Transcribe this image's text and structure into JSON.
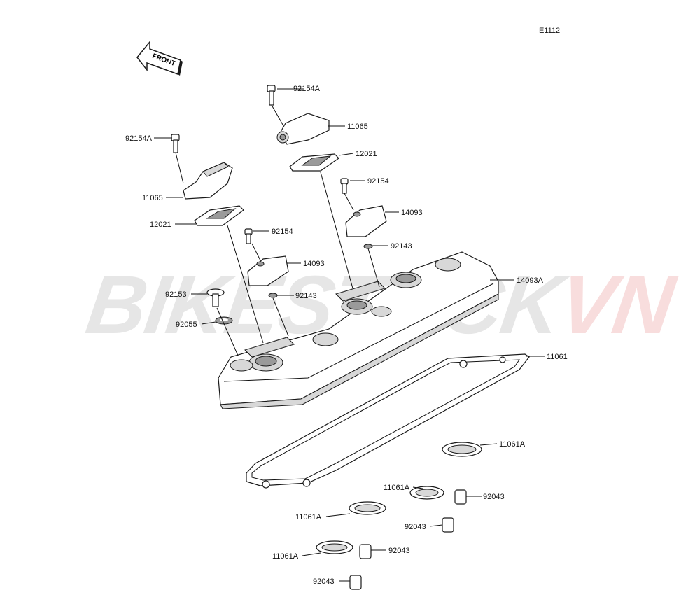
{
  "diagram_code": "E1112",
  "front_label": "FRONT",
  "watermark": {
    "part1": "BIKESTOCK",
    "part2": "VN"
  },
  "callouts": {
    "c01": "92154A",
    "c02": "11065",
    "c03": "92154A",
    "c04": "12021",
    "c05": "92154",
    "c06": "11065",
    "c07": "14093",
    "c08": "92143",
    "c09": "12021",
    "c10": "92154",
    "c11": "14093",
    "c12": "14093A",
    "c13": "92153",
    "c14": "92143",
    "c15": "92055",
    "c16": "11061",
    "c17": "11061A",
    "c18": "11061A",
    "c19": "92043",
    "c20": "11061A",
    "c21": "92043",
    "c22": "92043",
    "c23": "11061A",
    "c24": "92043"
  }
}
